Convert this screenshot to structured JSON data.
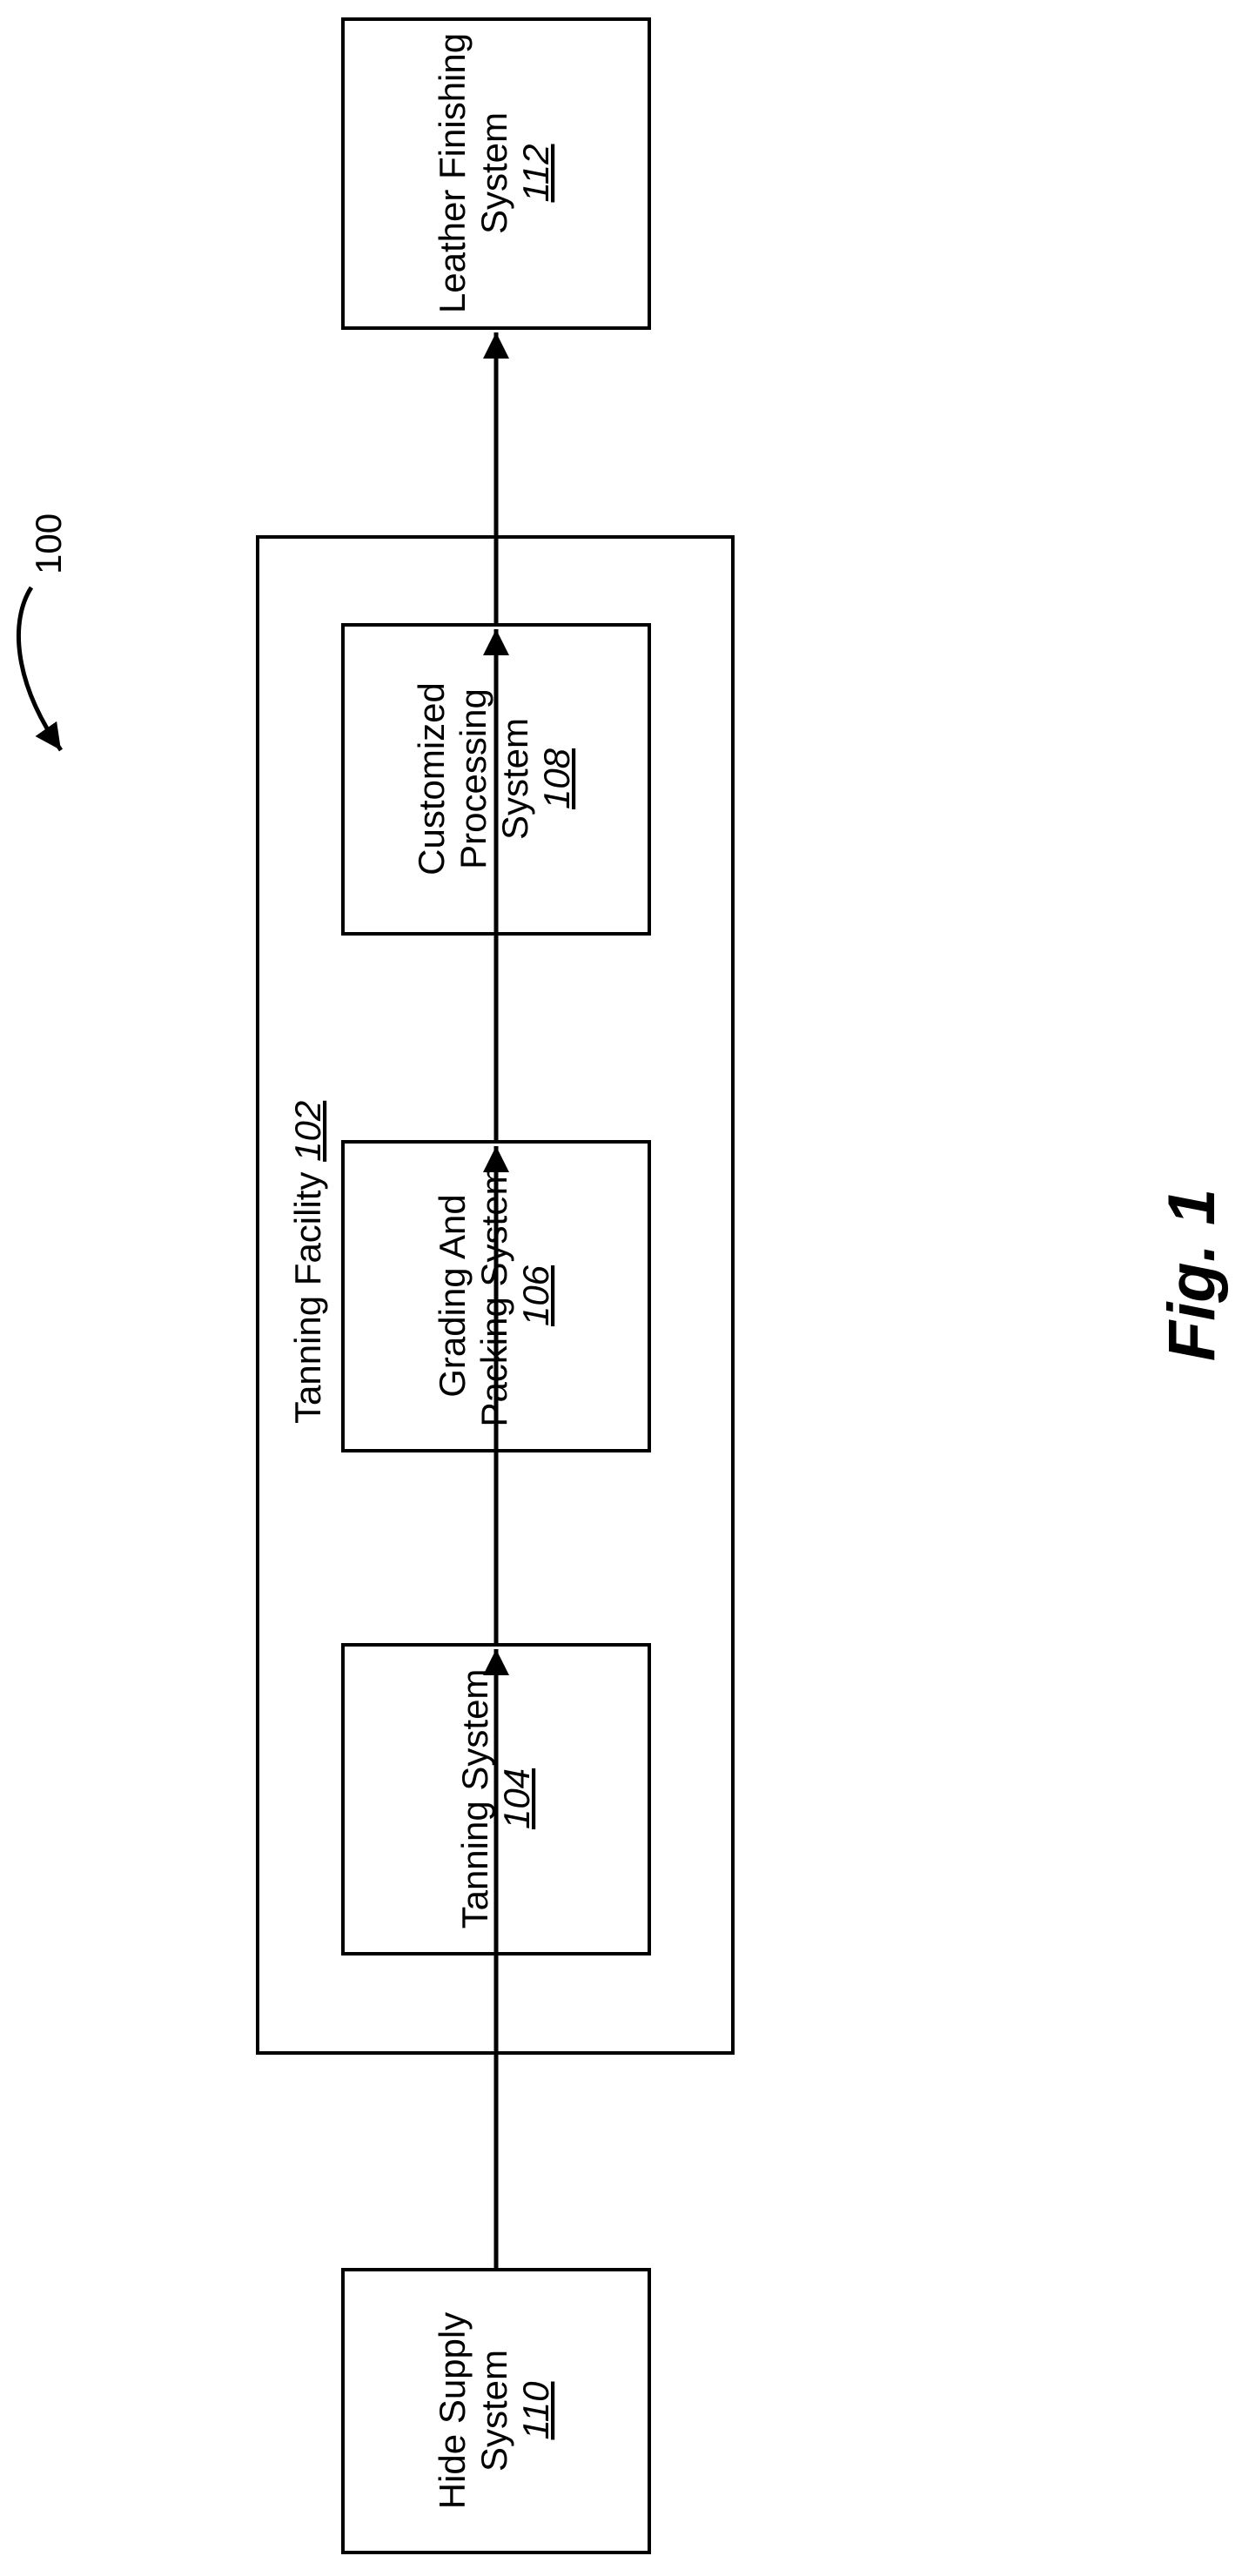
{
  "reference": "100",
  "facility": {
    "label": "Tanning Facility",
    "number": "102"
  },
  "boxes": {
    "hide_supply": {
      "lines": [
        "Hide Supply",
        "System"
      ],
      "number": "110"
    },
    "tanning": {
      "lines": [
        "Tanning System"
      ],
      "number": "104"
    },
    "grading": {
      "lines": [
        "Grading And",
        "Packing System"
      ],
      "number": "106"
    },
    "customized": {
      "lines": [
        "Customized",
        "Processing",
        "System"
      ],
      "number": "108"
    },
    "finishing": {
      "lines": [
        "Leather Finishing",
        "System"
      ],
      "number": "112"
    }
  },
  "figure_label": "Fig. 1"
}
